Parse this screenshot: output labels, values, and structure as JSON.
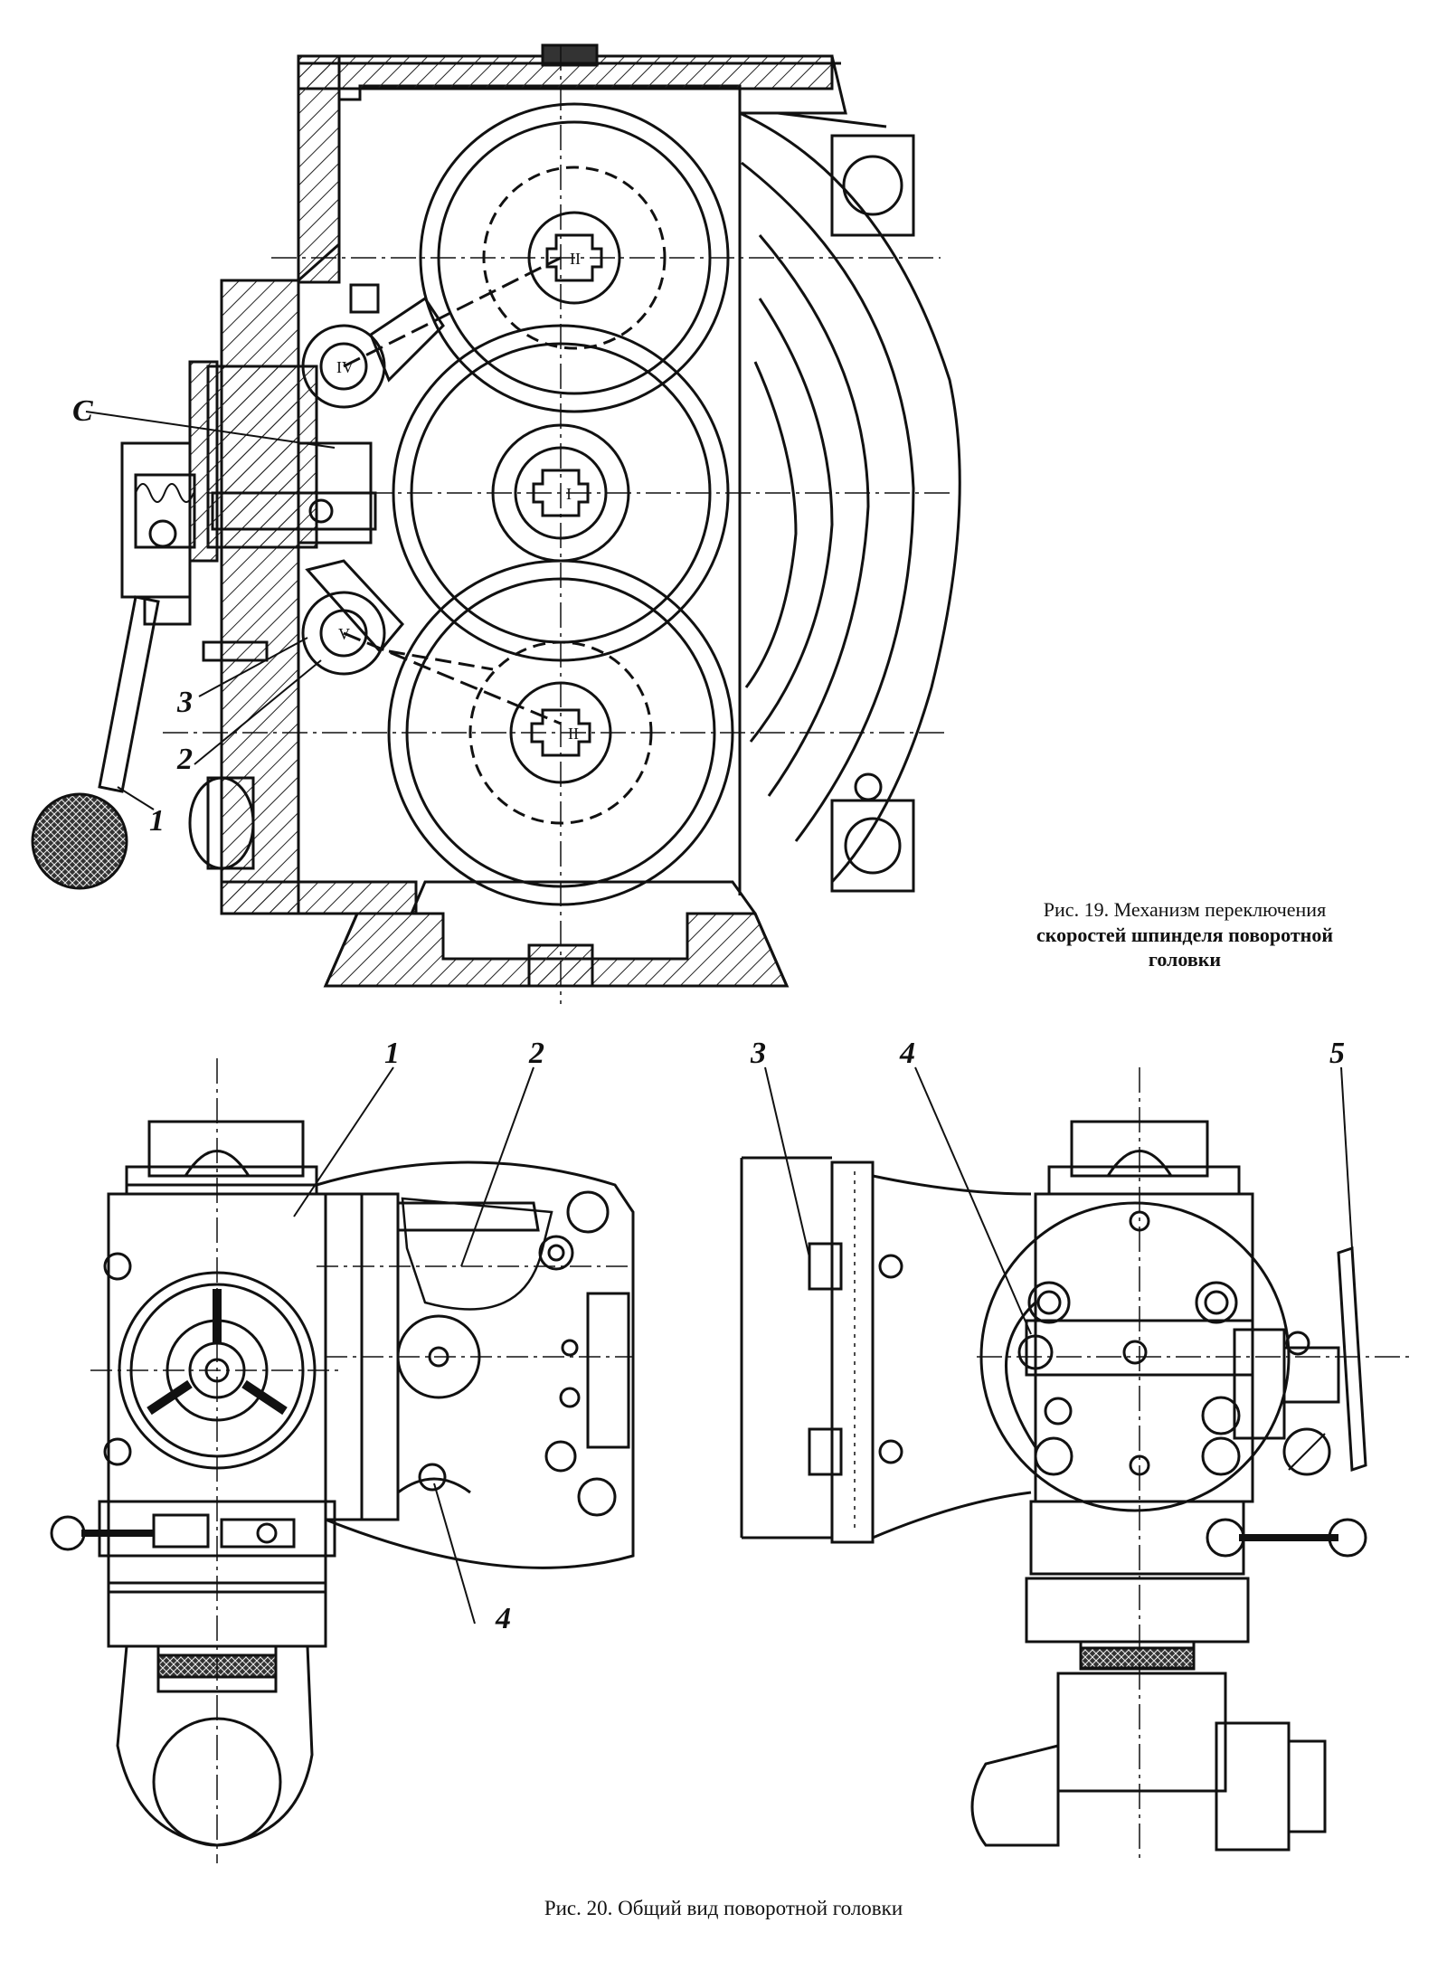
{
  "figure19": {
    "caption_line1": "Рис. 19. Механизм переключения",
    "caption_line2": "скоростей шпинделя поворотной",
    "caption_line3": "головки",
    "callouts": [
      "C",
      "3",
      "2",
      "1"
    ],
    "shaft_marks": [
      "II",
      "IV",
      "I",
      "V",
      "II"
    ]
  },
  "figure20": {
    "caption": "Рис. 20. Общий вид поворотной головки",
    "left_callouts": [
      "1",
      "2",
      "4"
    ],
    "right_callouts": [
      "3",
      "4",
      "5"
    ]
  }
}
